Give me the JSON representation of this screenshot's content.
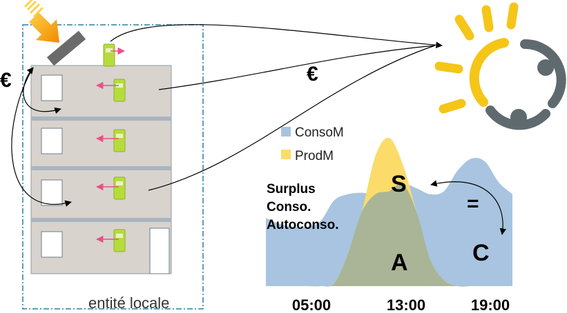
{
  "labels": {
    "entity": "entité locale",
    "euro_left": "€",
    "euro_mid": "€",
    "terms_line1": "Surplus",
    "terms_line2": "Conso.",
    "terms_line3": "Autoconso.",
    "zone_surplus": "S",
    "zone_autoconso": "A",
    "zone_conso": "C",
    "equals": "="
  },
  "legend": {
    "items": [
      {
        "name": "ConsoM",
        "color": "#a8c4e0"
      },
      {
        "name": "ProdM",
        "color": "#fbdc6a"
      }
    ]
  },
  "colors": {
    "conso": "#a8c4e0",
    "prod": "#fbdc6a",
    "overlap": "#a9b596",
    "building": "#d8d3cd",
    "floor_band": "#a9b5c0",
    "meter": "#b6dc3c",
    "flow_arrow": "#e8508a",
    "sun_yellow": "#f5c518",
    "logo_gray": "#5f6a6f",
    "dashed_border": "#2a7fa6"
  },
  "chart_data": {
    "type": "area",
    "x_ticks": [
      "05:00",
      "13:00",
      "19:00"
    ],
    "series": [
      {
        "name": "ConsoM",
        "values": [
          0.46,
          0.42,
          0.4,
          0.4,
          0.44,
          0.58,
          0.62,
          0.63,
          0.62,
          0.64,
          0.69,
          0.66,
          0.62,
          0.64,
          0.78,
          0.86,
          0.84,
          0.7,
          0.62
        ]
      },
      {
        "name": "ProdM",
        "values": [
          0,
          0,
          0,
          0,
          0,
          0.02,
          0.22,
          0.5,
          0.88,
          1.0,
          0.82,
          0.5,
          0.18,
          0.04,
          0,
          0,
          0,
          0,
          0
        ]
      }
    ],
    "grid": false
  }
}
